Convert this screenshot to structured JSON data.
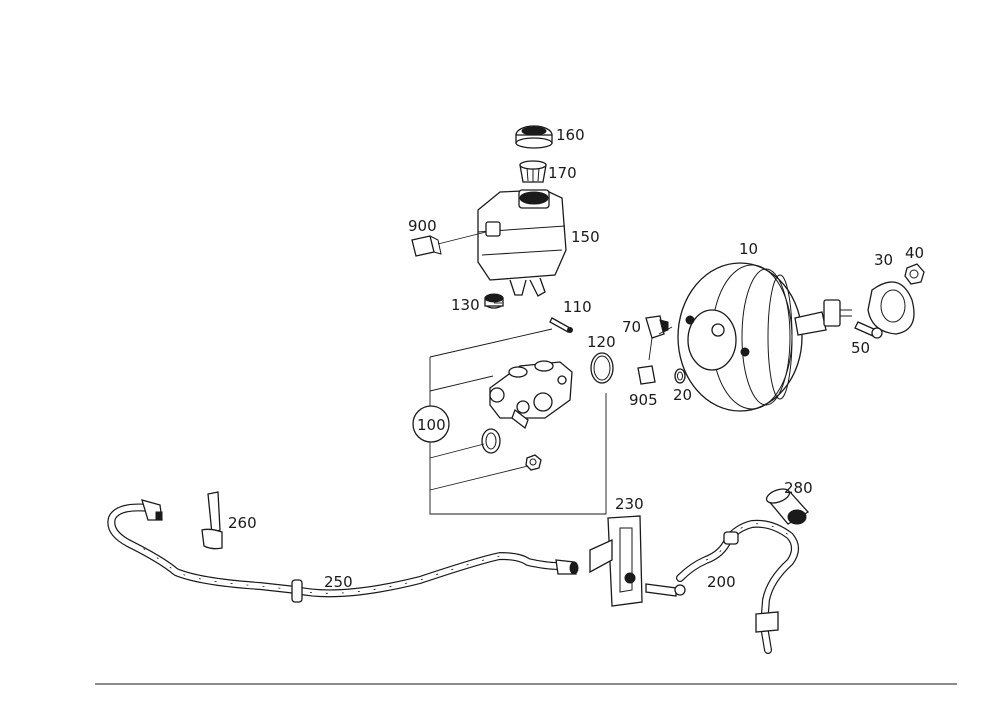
{
  "labels": {
    "p10": "10",
    "p20": "20",
    "p30": "30",
    "p40": "40",
    "p50": "50",
    "p70": "70",
    "p100": "100",
    "p110": "110",
    "p120": "120",
    "p130": "130",
    "p150": "150",
    "p160": "160",
    "p170": "170",
    "p200": "200",
    "p230": "230",
    "p250": "250",
    "p260": "260",
    "p280": "280",
    "p900": "900",
    "p905": "905"
  }
}
